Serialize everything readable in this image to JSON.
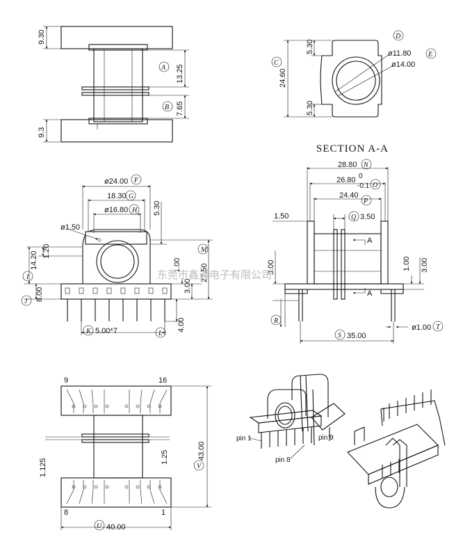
{
  "dimensions": {
    "h_top": "9.30",
    "h_bottom": "9.3",
    "h_a": "13.25",
    "h_b": "7.65",
    "d_outer": "24.60",
    "d_top": "5.30",
    "d_bot": "5.30",
    "d_in": "ø11.80",
    "d_out": "ø14.00",
    "f_width": "ø24.00",
    "g_width": "18.30",
    "h_width": "ø16.80",
    "hole": "ø1.50",
    "f_530": "5.30",
    "i_1420": "14.20",
    "i_120": "1.20",
    "j_800": "8.00",
    "m_2750": "27.50",
    "fm_100": "1.00",
    "fm_300": "3.00",
    "k_pitch": "5.00*7",
    "l_400": "4.00",
    "n_2880": "28.80",
    "o_2680": "26.80",
    "o_tol_top": "0",
    "o_tol_bot": "-0.1",
    "p_2440": "24.40",
    "q_350": "3.50",
    "s_150": "1.50",
    "s_300": "3.00",
    "s_100": "1.00",
    "s_300b": "3.00",
    "s_3500": "35.00",
    "t_100": "ø1.00",
    "u_4000": "40.00",
    "v_4300": "43.00",
    "b_1125": "1.125",
    "b_125": "1.25"
  },
  "callouts": {
    "A": "A",
    "B": "B",
    "C": "C",
    "D": "D",
    "E": "E",
    "F": "F",
    "G": "G",
    "H": "H",
    "I": "I",
    "J": "J",
    "K": "K",
    "L": "L",
    "M": "M",
    "N": "N",
    "O": "O",
    "P": "P",
    "Q": "Q",
    "R": "R",
    "S": "S",
    "T": "T",
    "U": "U",
    "V": "V"
  },
  "section_title": "SECTION A-A",
  "section_mark_a": "A",
  "section_mark_a2": "A",
  "pin_labels": {
    "p9": "9",
    "p16": "16",
    "p8": "8",
    "p1": "1"
  },
  "iso_labels": {
    "pin1": "pin 1",
    "pin8": "pin 8",
    "pin9": "pin 9"
  },
  "watermark": "东莞市鑫通电子有限公司"
}
